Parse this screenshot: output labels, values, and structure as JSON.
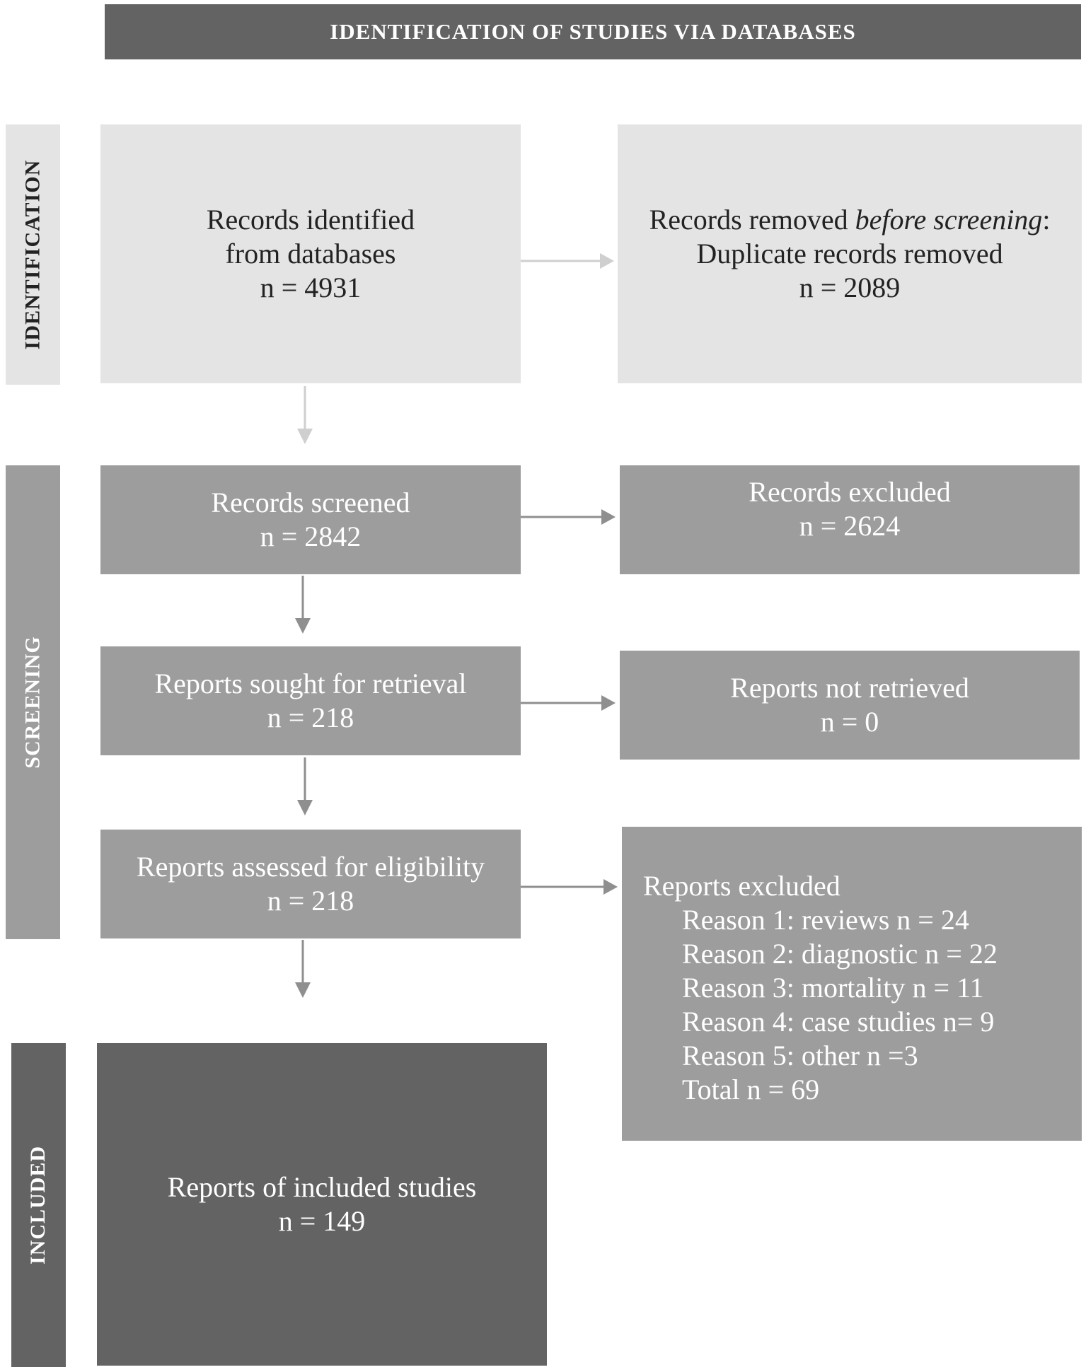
{
  "header": {
    "title": "IDENTIFICATION OF STUDIES VIA DATABASES"
  },
  "stages": {
    "identification": "IDENTIFICATION",
    "screening": "SCREENING",
    "included": "INCLUDED"
  },
  "identified": {
    "line1": "Records identified",
    "line2": "from databases",
    "count": "n = 4931"
  },
  "removed": {
    "prefix": "Records removed ",
    "emphasis": "before screening",
    "suffix": ":",
    "line2": "Duplicate records removed",
    "count": "n = 2089"
  },
  "screened": {
    "label": "Records screened",
    "count": "n = 2842"
  },
  "excluded": {
    "label": "Records excluded",
    "count": "n = 2624"
  },
  "sought": {
    "label": "Reports sought for retrieval",
    "count": "n = 218"
  },
  "not_retrieved": {
    "label": "Reports not retrieved",
    "count": "n = 0"
  },
  "assessed": {
    "label": "Reports assessed for eligibility",
    "count": "n = 218"
  },
  "reports_excluded": {
    "title": "Reports excluded",
    "reasons": [
      "Reason 1: reviews n = 24",
      "Reason 2: diagnostic n = 22",
      "Reason 3: mortality n = 11",
      "Reason 4: case studies n= 9",
      "Reason 5: other n =3",
      "Total n = 69"
    ]
  },
  "included": {
    "label": "Reports of included studies",
    "count": "n = 149"
  },
  "colors": {
    "dark": "#636363",
    "mid": "#9d9d9d",
    "light": "#e4e4e4",
    "light_arrow": "#cfcfcf",
    "mid_arrow": "#8f8f8f"
  }
}
